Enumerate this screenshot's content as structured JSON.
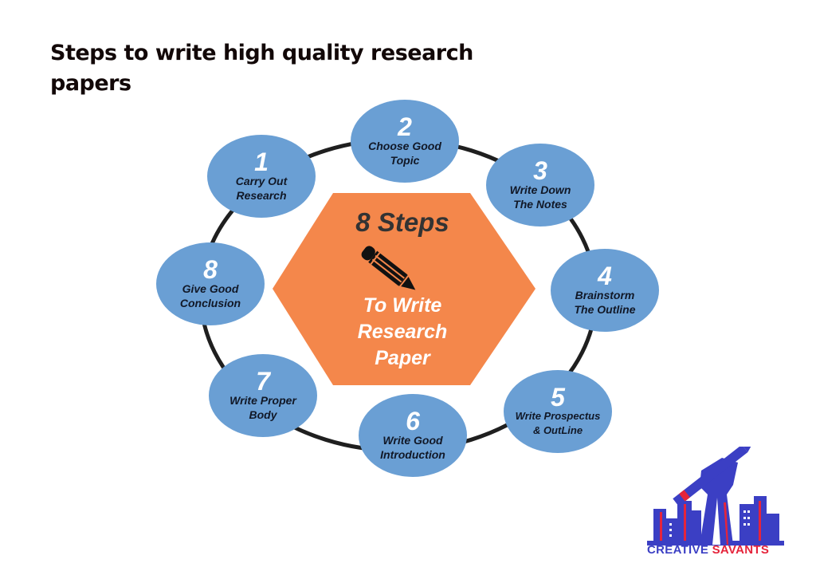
{
  "title": "Steps to write high quality research papers",
  "diagram": {
    "center": {
      "heading": "8 Steps",
      "icon": "pencil-icon",
      "subtitle": "To Write\nResearch\nPaper",
      "fill": "#f4874b"
    },
    "ring_color": "#1f1f1f",
    "node_fill": "#6a9fd4",
    "steps": [
      {
        "number": "1",
        "label": "Carry Out\nResearch"
      },
      {
        "number": "2",
        "label": "Choose Good\nTopic"
      },
      {
        "number": "3",
        "label": "Write Down\nThe Notes"
      },
      {
        "number": "4",
        "label": "Brainstorm\nThe Outline"
      },
      {
        "number": "5",
        "label": "Write Prospectus\n& OutLine"
      },
      {
        "number": "6",
        "label": "Write Good\nIntroduction"
      },
      {
        "number": "7",
        "label": "Write Proper\nBody"
      },
      {
        "number": "8",
        "label": "Give Good\nConclusion"
      }
    ]
  },
  "logo": {
    "icon": "fist-pencil-city-logo-icon",
    "word1": "CREATIVE",
    "word2": "SAVANTS",
    "colors": {
      "blue": "#3b3fc4",
      "red": "#e5243b"
    }
  }
}
